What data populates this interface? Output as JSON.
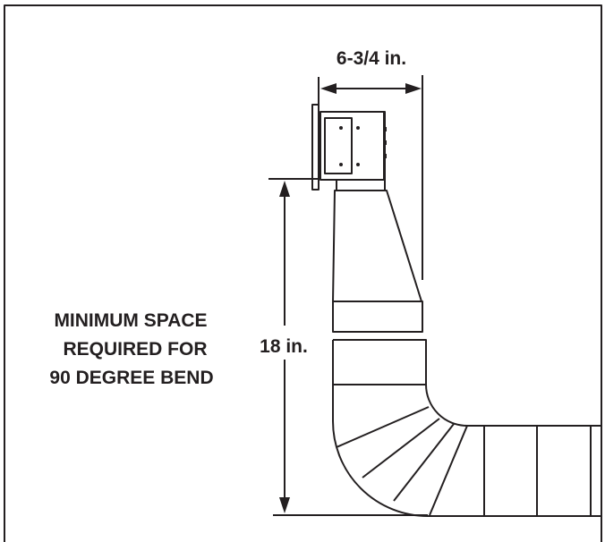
{
  "diagram": {
    "width_dimension": "6-3/4 in.",
    "height_dimension": "18 in.",
    "note_lines": [
      "MINIMUM SPACE",
      "REQUIRED FOR",
      "90 DEGREE BEND"
    ],
    "colors": {
      "ink": "#231f20",
      "background": "#ffffff"
    }
  }
}
